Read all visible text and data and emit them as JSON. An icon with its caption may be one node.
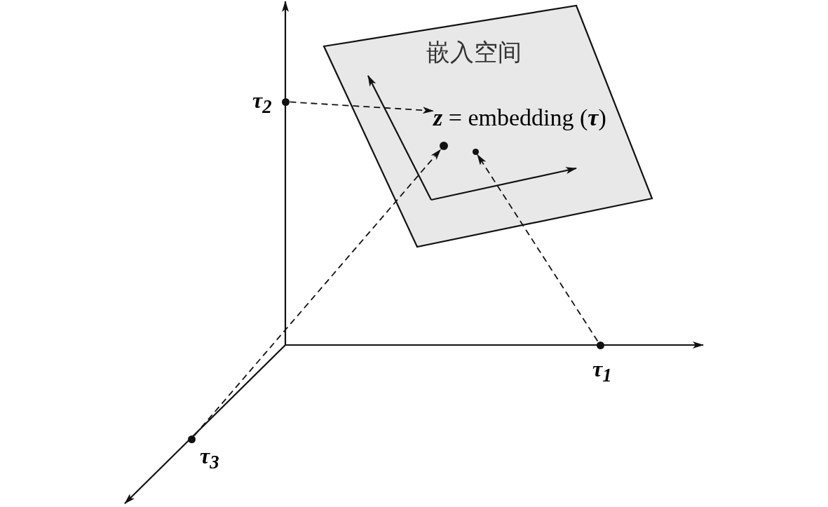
{
  "diagram": {
    "nodes": [
      {
        "text": [
          "嵌入空间"
        ]
      },
      {
        "text": [
          "**z** = embedding (**τ**)"
        ],
        "in": 0
      },
      {
        "text": [],
        "shape": "circle",
        "in": 0
      },
      {
        "text": [],
        "shape": "circle",
        "in": 0
      },
      {
        "text": [],
        "shape": "circle",
        "beside": [
          "τ$_{2}$"
        ]
      },
      {
        "text": [],
        "shape": "circle",
        "beside": [
          "τ$_{3}$"
        ]
      },
      {
        "text": [],
        "shape": "circle",
        "beside": [
          "τ$_{1}$"
        ]
      }
    ],
    "edges": [
      {
        "from": 4,
        "to": 1,
        "arrow": "to",
        "style": "dashed"
      },
      {
        "from": 5,
        "to": 2,
        "arrow": "to",
        "style": "dashed"
      },
      {
        "from": 6,
        "to": 3,
        "arrow": "to",
        "style": "dashed"
      }
    ]
  }
}
